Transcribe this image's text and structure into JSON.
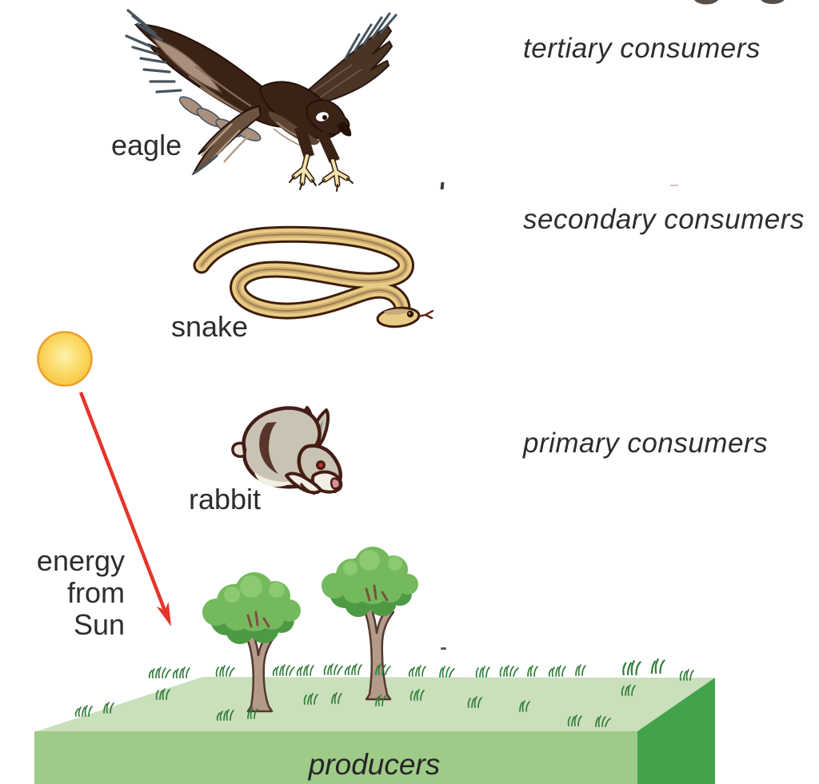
{
  "scene": {
    "roles": {
      "tertiary": "tertiary consumers",
      "secondary": "secondary consumers",
      "primary": "primary consumers",
      "producers": "producers"
    },
    "organisms": {
      "eagle": "eagle",
      "snake": "snake",
      "rabbit": "rabbit"
    },
    "energy": {
      "line1": "energy",
      "line2": "from",
      "line3": "Sun"
    },
    "colors": {
      "arrow_red": "#e5342b",
      "sun_core": "#fdf2ae",
      "sun_mid": "#fbd963",
      "sun_edge": "#f6c33e",
      "sun_stroke": "#ef9f2e",
      "grass_top": "#cadfbc",
      "grass_front": "#9ecb87",
      "grass_side": "#43a34c",
      "tuft_green": "#2f7d37",
      "label_text": "#2d2d2d"
    }
  }
}
